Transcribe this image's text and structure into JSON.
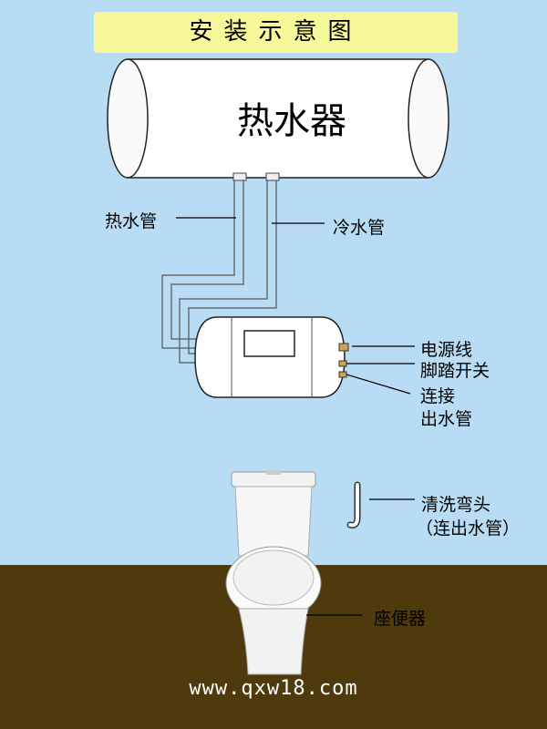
{
  "title": "安装示意图",
  "heater_label": "热水器",
  "labels": {
    "hot_pipe": "热水管",
    "cold_pipe": "冷水管",
    "power_cord": "电源线",
    "foot_switch": "脚踏开关",
    "connect_outlet_line1": "连接",
    "connect_outlet_line2": "出水管",
    "elbow_line1": "清洗弯头",
    "elbow_line2": "（连出水管）",
    "toilet": "座便器"
  },
  "watermark": "www.qxw18.com",
  "colors": {
    "sky": "#b8dcf3",
    "floor": "#4f3a0d",
    "title_bg": "#f7f89a"
  }
}
